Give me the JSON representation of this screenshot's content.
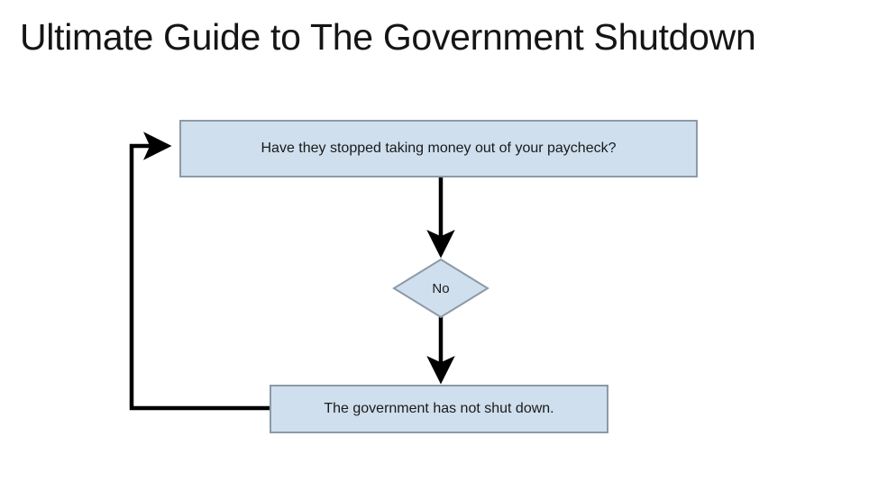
{
  "page": {
    "title": "Ultimate Guide to The Government Shutdown",
    "background_color": "#ffffff"
  },
  "diagram": {
    "type": "flowchart",
    "node_fill_color": "#cfdfee",
    "node_border_color": "#8c9aa6",
    "connector_color": "#000000",
    "nodes": [
      {
        "id": "question",
        "shape": "rectangle",
        "label": "Have they stopped taking money out of your paycheck?"
      },
      {
        "id": "decision",
        "shape": "diamond",
        "label": "No"
      },
      {
        "id": "result",
        "shape": "rectangle",
        "label": "The government has not shut down."
      }
    ],
    "connectors": [
      {
        "id": "question-to-decision",
        "from": "question",
        "to": "decision",
        "arrow": true
      },
      {
        "id": "decision-to-result",
        "from": "decision",
        "to": "result",
        "arrow": true
      },
      {
        "id": "result-to-question-loop",
        "from": "result",
        "to": "question",
        "arrow": true
      }
    ]
  }
}
